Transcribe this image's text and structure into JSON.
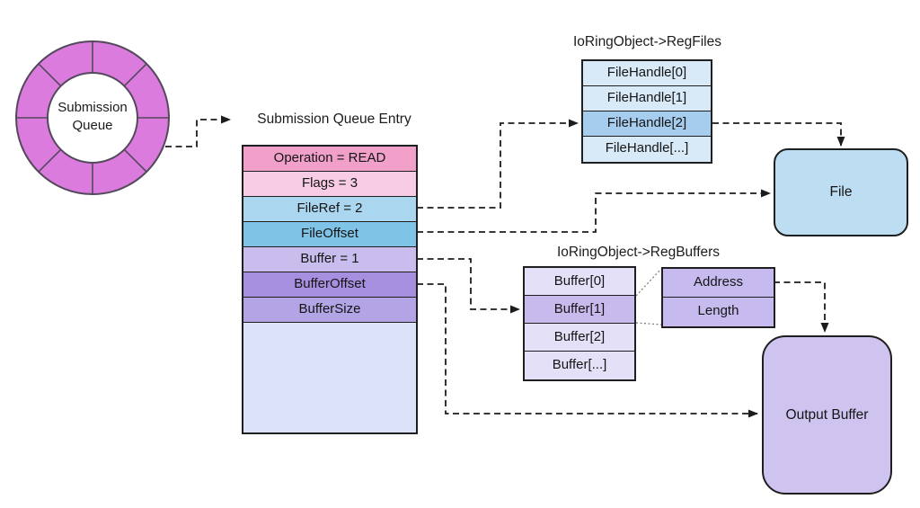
{
  "diagram": {
    "ring": {
      "label": "Submission\nQueue"
    },
    "sqe": {
      "title": "Submission Queue Entry",
      "rows": [
        {
          "label": "Operation = READ"
        },
        {
          "label": "Flags = 3"
        },
        {
          "label": "FileRef = 2"
        },
        {
          "label": "FileOffset"
        },
        {
          "label": "Buffer = 1"
        },
        {
          "label": "BufferOffset"
        },
        {
          "label": "BufferSize"
        }
      ]
    },
    "reg_files": {
      "title": "IoRingObject->RegFiles",
      "rows": [
        {
          "label": "FileHandle[0]",
          "highlighted": false
        },
        {
          "label": "FileHandle[1]",
          "highlighted": false
        },
        {
          "label": "FileHandle[2]",
          "highlighted": true
        },
        {
          "label": "FileHandle[...]",
          "highlighted": false
        }
      ]
    },
    "reg_buffers": {
      "title": "IoRingObject->RegBuffers",
      "rows": [
        {
          "label": "Buffer[0]",
          "highlighted": false
        },
        {
          "label": "Buffer[1]",
          "highlighted": true
        },
        {
          "label": "Buffer[2]",
          "highlighted": false
        },
        {
          "label": "Buffer[...]",
          "highlighted": false
        }
      ]
    },
    "buffer_detail": {
      "rows": [
        {
          "label": "Address"
        },
        {
          "label": "Length"
        }
      ]
    },
    "file_box": {
      "label": "File"
    },
    "output_buffer_box": {
      "label": "Output Buffer"
    }
  },
  "theme": {
    "ring_fill": "#DB7BDE",
    "row_operation": "#F1A0CA",
    "row_flags": "#F8CCE5",
    "row_fileref": "#AAD6EF",
    "row_fileoffset": "#7FC3E7",
    "row_buffer": "#C9BDED",
    "row_bufferoffset": "#A78FDF",
    "row_buffersize": "#B3A4E6",
    "row_filler": "#DCE3F8",
    "regfiles_row": "#D8E9F8",
    "regfiles_highlight": "#A6CDEE",
    "regbuffers_row": "#E4E0F7",
    "regbuffers_highlight": "#C8BAEC",
    "detail_fill": "#C7BAEE",
    "file_fill": "#BDDDF2",
    "output_fill": "#CFC3F0",
    "line_color": "#1c1c1c"
  }
}
